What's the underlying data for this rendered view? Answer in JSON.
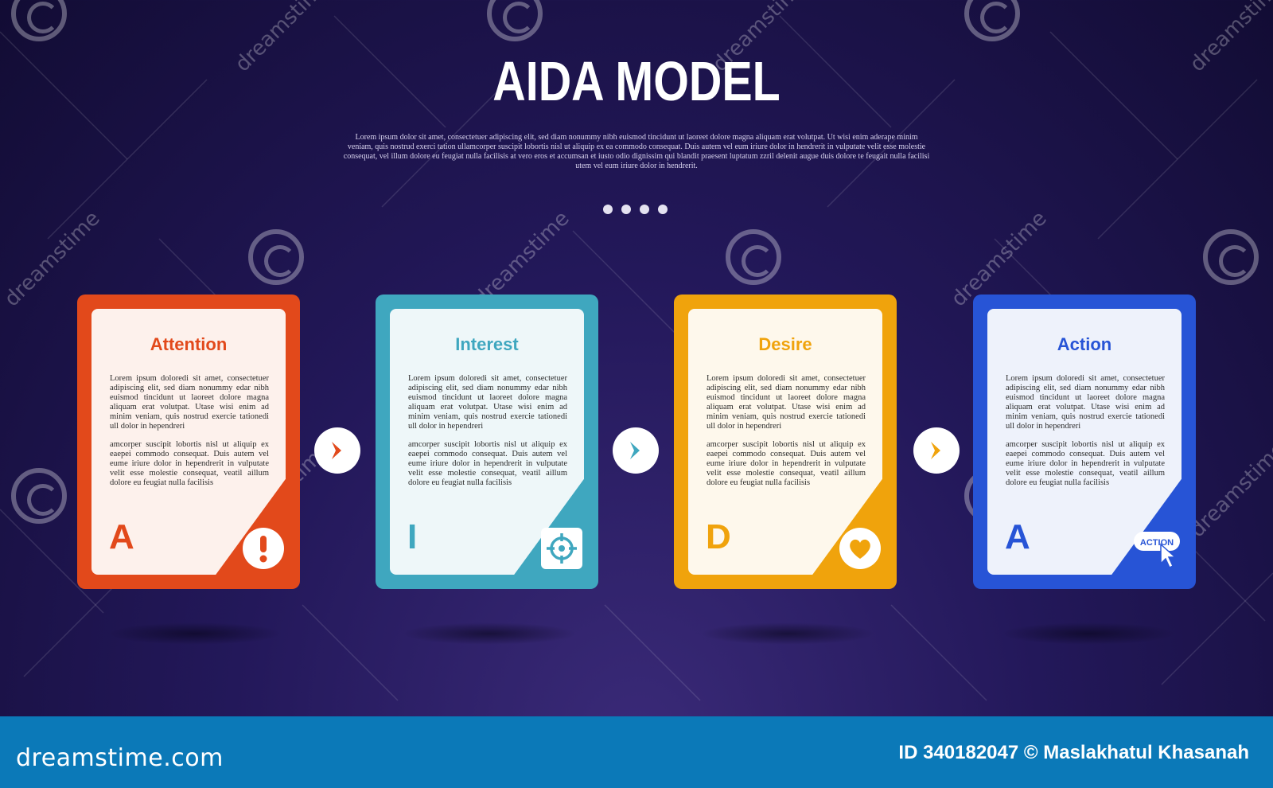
{
  "header": {
    "title": "AIDA MODEL",
    "description": "Lorem ipsum dolor sit amet, consectetuer adipiscing elit, sed diam nonummy nibh euismod tincidunt ut laoreet dolore magna aliquam erat volutpat. Ut wisi enim aderape minim veniam, quis nostrud exerci tation ullamcorper suscipit lobortis nisl ut aliquip ex ea commodo consequat. Duis autem vel eum iriure dolor in hendrerit in vulputate velit esse molestie consequat, vel illum dolore eu feugiat nulla facilisis at vero eros et accumsan et iusto odio dignissim qui blandit praesent luptatum zzril delenit augue duis dolore te feugait nulla facilisi utem vel eum iriure dolor in hendrerit."
  },
  "cards": [
    {
      "title": "Attention",
      "para1": "Lorem ipsum doloredi sit amet, consectetuer adipiscing elit, sed diam nonummy edar nibh euismod tincidunt ut laoreet dolore magna aliquam erat volutpat. Utase wisi enim ad minim veniam, quis nostrud exercie tationedi ull dolor in hependreri",
      "para2": "amcorper suscipit lobortis nisl ut aliquip ex eaepei commodo consequat. Duis autem vel eume iriure dolor in hependrerit in vulputate velit esse molestie consequat, veatil aillum dolore eu feugiat nulla facilisis",
      "letter": "A",
      "icon": "exclamation-icon",
      "color": "#e2491b",
      "paper_color": "#fdf1ec"
    },
    {
      "title": "Interest",
      "para1": "Lorem ipsum doloredi sit amet, consectetuer adipiscing elit, sed diam nonummy edar nibh euismod tincidunt ut laoreet dolore magna aliquam erat volutpat. Utase wisi enim ad minim veniam, quis nostrud exercie tationedi ull dolor in hependreri",
      "para2": "amcorper suscipit lobortis nisl ut aliquip ex eaepei commodo consequat. Duis autem vel eume iriure dolor in hependrerit in vulputate velit esse molestie consequat, veatil aillum dolore eu feugiat nulla facilisis",
      "letter": "I",
      "icon": "target-icon",
      "color": "#3fa7bf",
      "paper_color": "#eef7f9"
    },
    {
      "title": "Desire",
      "para1": "Lorem ipsum doloredi sit amet, consectetuer adipiscing elit, sed diam nonummy edar nibh euismod tincidunt ut laoreet dolore magna aliquam erat volutpat. Utase wisi enim ad minim veniam, quis nostrud exercie tationedi ull dolor in hependreri",
      "para2": "amcorper suscipit lobortis nisl ut aliquip ex eaepei commodo consequat. Duis autem vel eume iriure dolor in hependrerit in vulputate velit esse molestie consequat, veatil aillum dolore eu feugiat nulla facilisis",
      "letter": "D",
      "icon": "heart-icon",
      "color": "#f0a30c",
      "paper_color": "#fef8ec"
    },
    {
      "title": "Action",
      "para1": "Lorem ipsum doloredi sit amet, consectetuer adipiscing elit, sed diam nonummy edar nibh euismod tincidunt ut laoreet dolore magna aliquam erat volutpat. Utase wisi enim ad minim veniam, quis nostrud exercie tationedi ull dolor in hependreri",
      "para2": "amcorper suscipit lobortis nisl ut aliquip ex eaepei commodo consequat. Duis autem vel eume iriure dolor in hependrerit in vulputate velit esse molestie consequat, veatil aillum dolore eu feugiat nulla facilisis",
      "letter": "A",
      "icon": "action-click-icon",
      "icon_label": "ACTION",
      "color": "#2754d6",
      "paper_color": "#eef2fb"
    }
  ],
  "arrows": [
    "chevron-right-icon",
    "chevron-right-icon",
    "chevron-right-icon"
  ],
  "footer": {
    "logo": "dreamstime.com",
    "credit": "ID 340182047 © Maslakhatul Khasanah"
  }
}
